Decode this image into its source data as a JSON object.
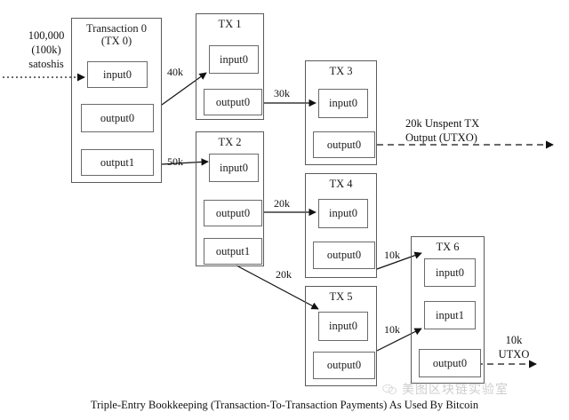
{
  "diagram": {
    "caption": "Triple-Entry Bookkeeping (Transaction-To-Transaction Payments) As Used By Bitcoin",
    "source_note": "100,000\n(100k)\nsatoshis",
    "utxo_note_top": "20k Unspent TX\nOutput (UTXO)",
    "utxo_note_bottom": "10k\nUTXO",
    "transactions": [
      {
        "id": "tx0",
        "title": "Transaction 0\n(TX 0)",
        "slots": [
          "input0",
          "output0",
          "output1"
        ]
      },
      {
        "id": "tx1",
        "title": "TX 1",
        "slots": [
          "input0",
          "output0"
        ]
      },
      {
        "id": "tx2",
        "title": "TX 2",
        "slots": [
          "input0",
          "output0",
          "output1"
        ]
      },
      {
        "id": "tx3",
        "title": "TX 3",
        "slots": [
          "input0",
          "output0"
        ]
      },
      {
        "id": "tx4",
        "title": "TX 4",
        "slots": [
          "input0",
          "output0"
        ]
      },
      {
        "id": "tx5",
        "title": "TX 5",
        "slots": [
          "input0",
          "output0"
        ]
      },
      {
        "id": "tx6",
        "title": "TX 6",
        "slots": [
          "input0",
          "input1",
          "output0"
        ]
      }
    ],
    "edges": [
      {
        "from": "external",
        "to": "tx0.input0",
        "label": "",
        "style": "dotted"
      },
      {
        "from": "tx0.output0",
        "to": "tx1.input0",
        "label": "40k",
        "style": "solid"
      },
      {
        "from": "tx0.output1",
        "to": "tx2.input0",
        "label": "50k",
        "style": "solid"
      },
      {
        "from": "tx1.output0",
        "to": "tx3.input0",
        "label": "30k",
        "style": "solid"
      },
      {
        "from": "tx2.output0",
        "to": "tx4.input0",
        "label": "20k",
        "style": "solid"
      },
      {
        "from": "tx2.output1",
        "to": "tx5.input0",
        "label": "20k",
        "style": "solid"
      },
      {
        "from": "tx3.output0",
        "to": "utxo",
        "label": "",
        "style": "dashed"
      },
      {
        "from": "tx4.output0",
        "to": "tx6.input0",
        "label": "10k",
        "style": "solid"
      },
      {
        "from": "tx5.output0",
        "to": "tx6.input1",
        "label": "10k",
        "style": "solid"
      },
      {
        "from": "tx6.output0",
        "to": "utxo",
        "label": "",
        "style": "dashed"
      }
    ],
    "colors": {
      "box_border": "#5a5a5a",
      "slot_border": "#6a6a6a",
      "line": "#111111",
      "text": "#111111",
      "watermark": "#8a8a8a"
    }
  },
  "watermark": {
    "text": "美图区块链实验室",
    "icon": "wechat-icon"
  }
}
